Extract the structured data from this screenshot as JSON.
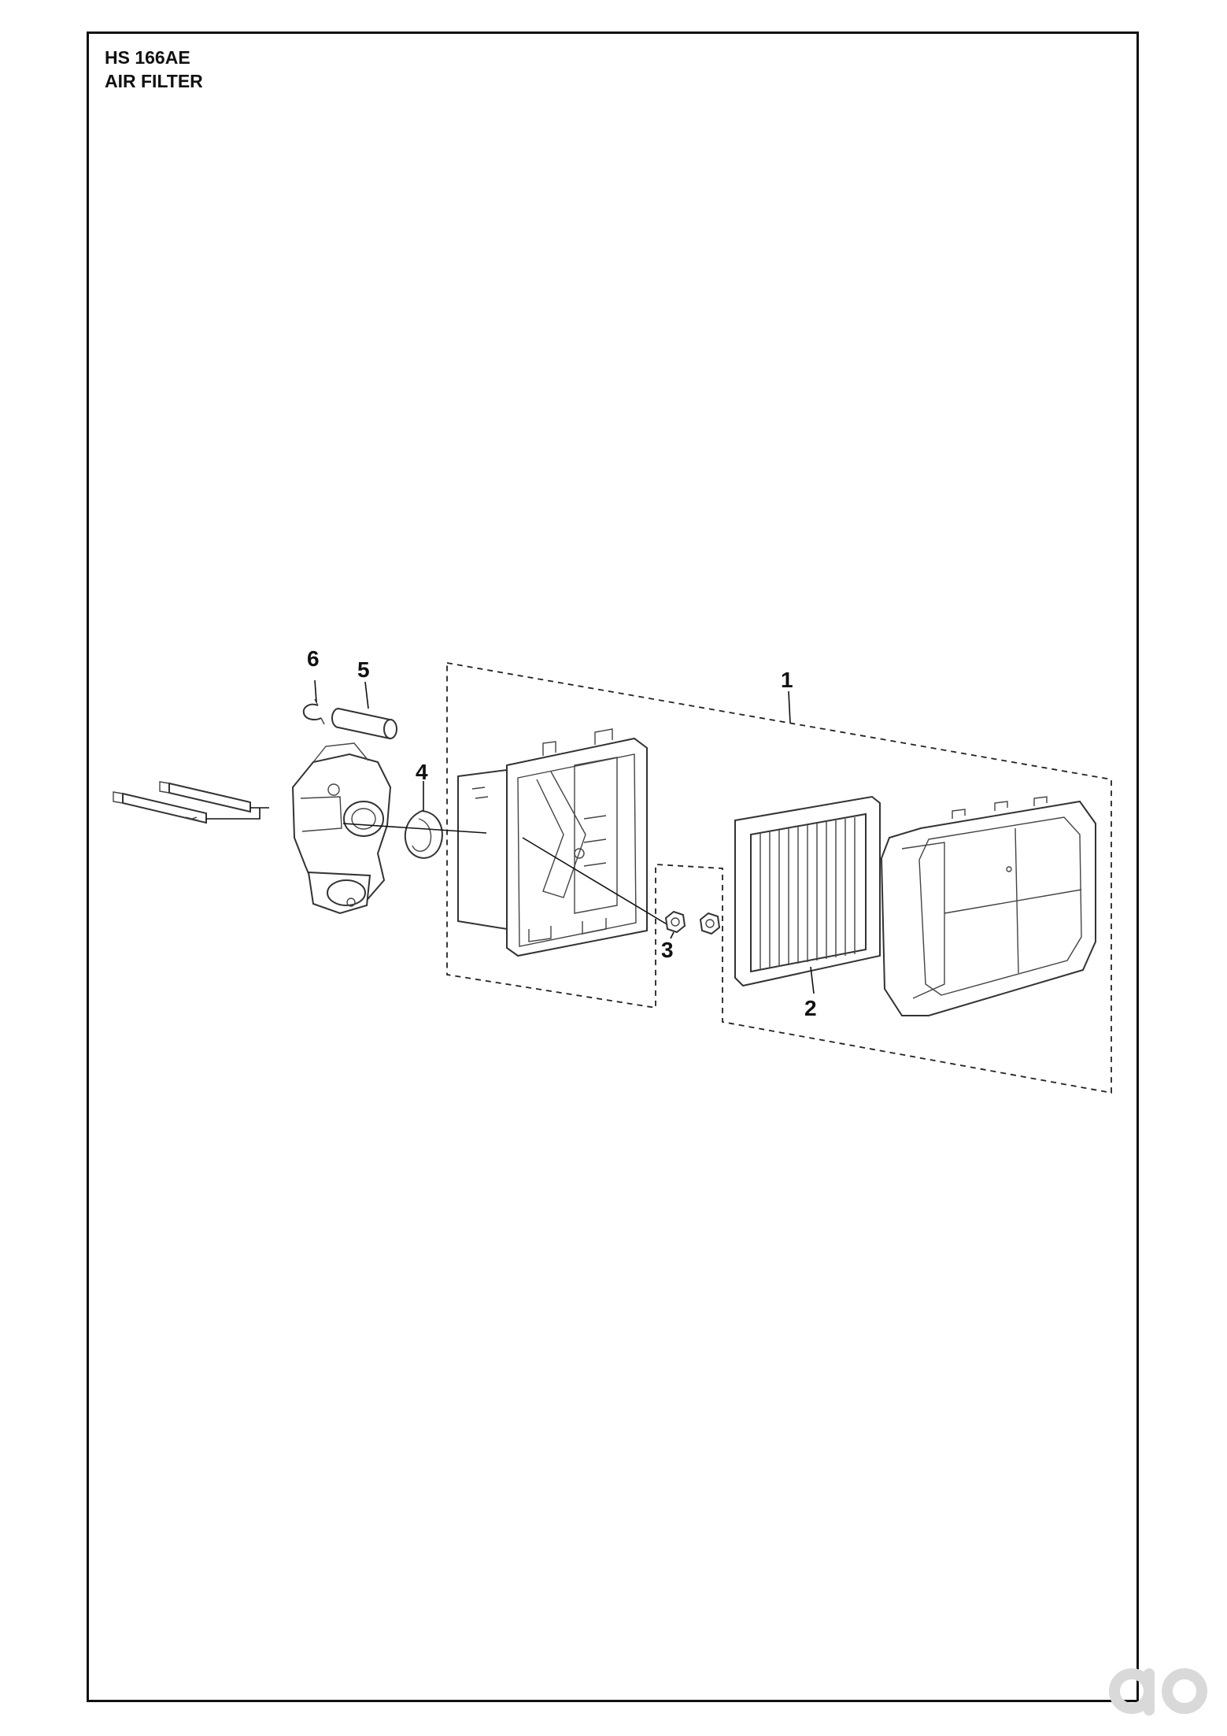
{
  "header": {
    "model": "HS 166AE",
    "section": "AIR FILTER"
  },
  "callouts": [
    {
      "id": "1",
      "label": "1"
    },
    {
      "id": "2",
      "label": "2"
    },
    {
      "id": "3",
      "label": "3"
    },
    {
      "id": "4",
      "label": "4"
    },
    {
      "id": "5",
      "label": "5"
    },
    {
      "id": "6",
      "label": "6"
    }
  ],
  "icons": {
    "watermark": "ao-logo-icon"
  }
}
